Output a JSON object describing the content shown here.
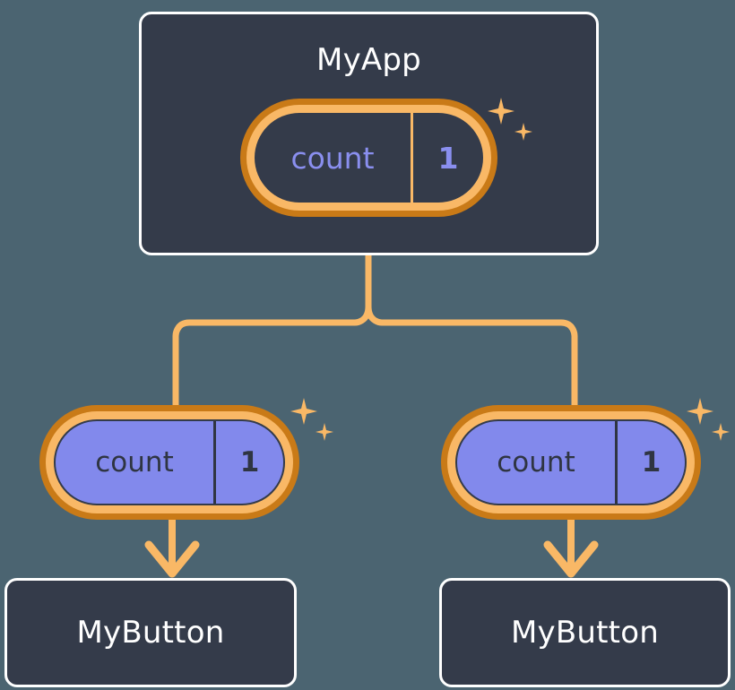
{
  "diagram": {
    "type": "component-state-tree",
    "background_color": "#4b6471",
    "accent_color": "#f9b866",
    "accent_dark_color": "#c97a17",
    "panel_color": "#343b4a",
    "state_value_color": "#8a8fef",
    "state_fill_color": "#8289ec",
    "border_color": "#ffffff"
  },
  "root": {
    "title": "MyApp",
    "state": {
      "key": "count",
      "value": "1",
      "style": "dark",
      "sparkle_big": "sparkle-icon",
      "sparkle_small": "sparkle-icon"
    }
  },
  "children": [
    {
      "state": {
        "key": "count",
        "value": "1",
        "style": "light",
        "sparkle_big": "sparkle-icon",
        "sparkle_small": "sparkle-icon"
      },
      "title": "MyButton"
    },
    {
      "state": {
        "key": "count",
        "value": "1",
        "style": "light",
        "sparkle_big": "sparkle-icon",
        "sparkle_small": "sparkle-icon"
      },
      "title": "MyButton"
    }
  ]
}
